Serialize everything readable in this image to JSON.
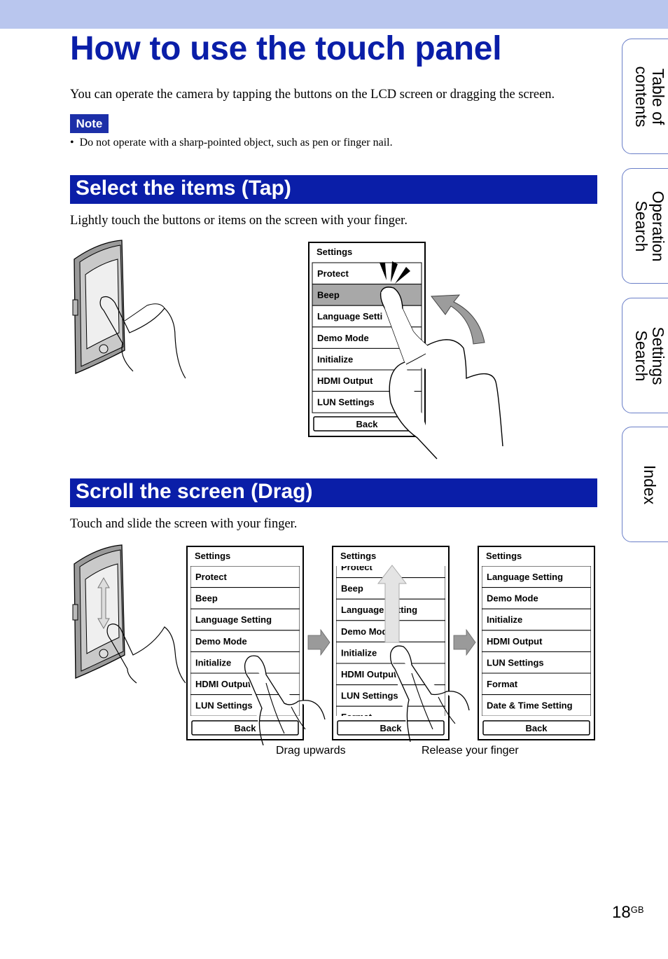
{
  "title": "How to use the touch panel",
  "intro": "You can operate the camera by tapping the buttons on the LCD screen or dragging the screen.",
  "note": {
    "label": "Note",
    "items": [
      "Do not operate with a sharp-pointed object, such as pen or finger nail."
    ]
  },
  "sections": [
    {
      "heading": "Select the items (Tap)",
      "text": "Lightly touch the buttons or items on the screen with your finger."
    },
    {
      "heading": "Scroll the screen (Drag)",
      "text": "Touch and slide the screen with your finger."
    }
  ],
  "tap_menu": {
    "header": "Settings",
    "items": [
      "Protect",
      "Beep",
      "Language Setti",
      "Demo Mode",
      "Initialize",
      "HDMI Output",
      "LUN Settings"
    ],
    "back": "Back",
    "selected_index": 1
  },
  "drag_screens": [
    {
      "header": "Settings",
      "items": [
        "Protect",
        "Beep",
        "Language Setting",
        "Demo Mode",
        "Initialize",
        "HDMI Output",
        "LUN Settings"
      ],
      "back": "Back"
    },
    {
      "header": "Settings",
      "items": [
        "Protect",
        "Beep",
        "Language Setting",
        "Demo Mode",
        "Initialize",
        "HDMI Output",
        "LUN Settings",
        "Format"
      ],
      "back": "Back"
    },
    {
      "header": "Settings",
      "items": [
        "Language Setting",
        "Demo Mode",
        "Initialize",
        "HDMI Output",
        "LUN Settings",
        "Format",
        "Date & Time Setting"
      ],
      "back": "Back"
    }
  ],
  "captions": {
    "drag": "Drag upwards",
    "release": "Release your finger"
  },
  "side_tabs": [
    {
      "line1": "Table of",
      "line2": "contents"
    },
    {
      "line1": "Operation",
      "line2": "Search"
    },
    {
      "line1": "Settings",
      "line2": "Search"
    },
    {
      "line1": "Index",
      "line2": ""
    }
  ],
  "page": {
    "number": "18",
    "suffix": "GB"
  },
  "colors": {
    "accent": "#0a1ea8",
    "topbar": "#b9c6ee",
    "highlight": "#a8a8a8"
  }
}
